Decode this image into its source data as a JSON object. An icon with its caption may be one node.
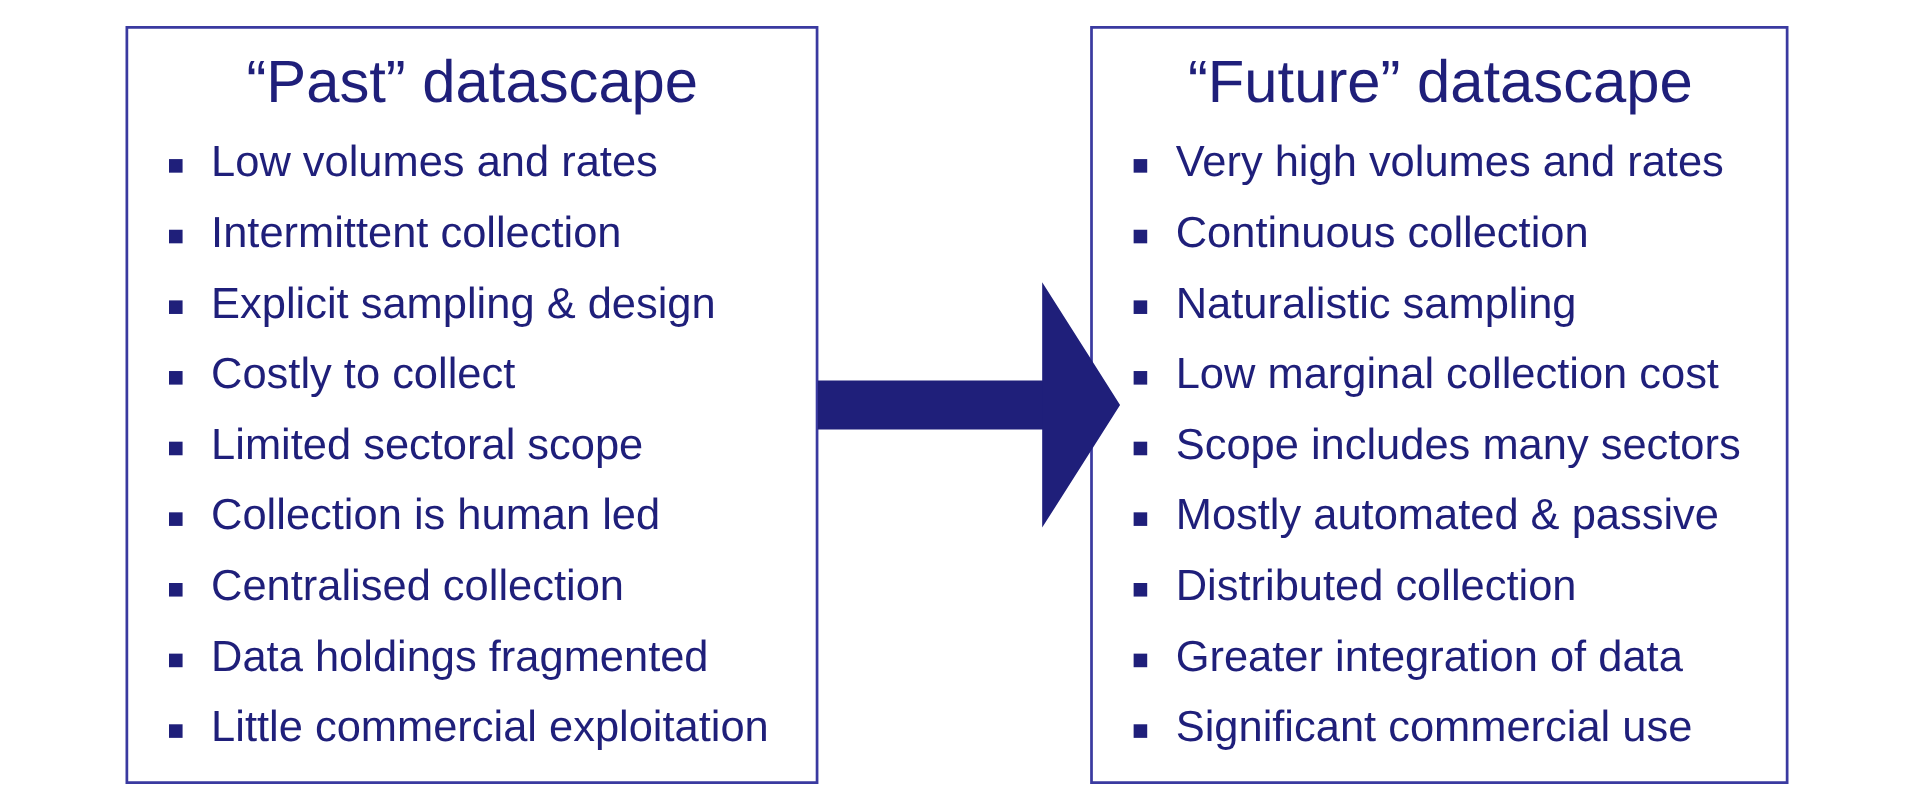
{
  "diagram": {
    "nodes": [
      {
        "text": [
          "“Past” datascape",
          "Low volumes and rates",
          "Intermittent collection",
          "Explicit sampling & design",
          "Costly to collect",
          "Limited sectoral scope",
          "Collection is human led",
          "Centralised collection",
          "Data holdings fragmented",
          "Little commercial exploitation"
        ]
      },
      {
        "text": [
          "“Future” datascape",
          "Very high volumes and rates",
          "Continuous collection",
          "Naturalistic sampling",
          "Low marginal collection cost",
          "Scope includes many sectors",
          "Mostly automated & passive",
          "Distributed collection",
          "Greater integration of data",
          "Significant commercial use"
        ]
      }
    ],
    "edges": [
      {
        "from": 0,
        "to": 1,
        "arrow": "to"
      }
    ]
  }
}
